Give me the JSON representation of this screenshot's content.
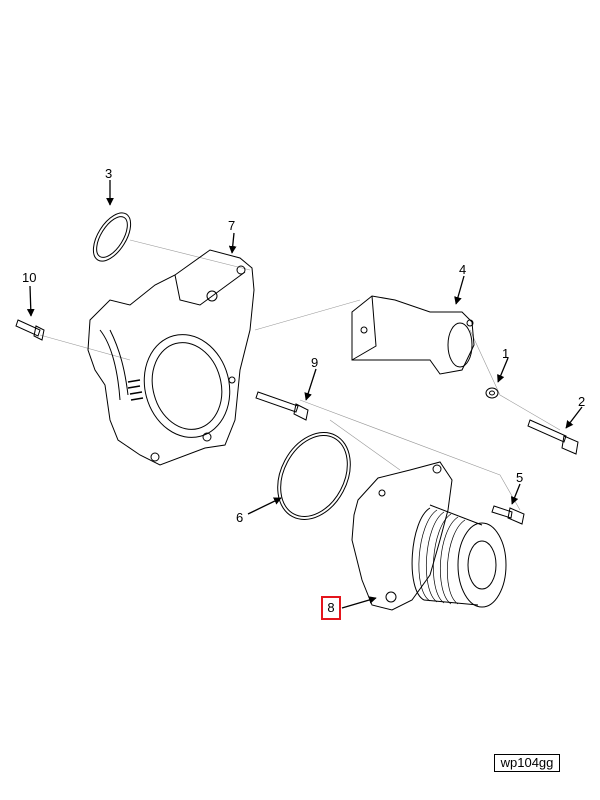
{
  "callouts": {
    "c1": "1",
    "c2": "2",
    "c3": "3",
    "c4": "4",
    "c5": "5",
    "c6": "6",
    "c7": "7",
    "c8": "8",
    "c9": "9",
    "c10": "10"
  },
  "figure_id": "wp104gg",
  "highlight_color": "#e4151c"
}
